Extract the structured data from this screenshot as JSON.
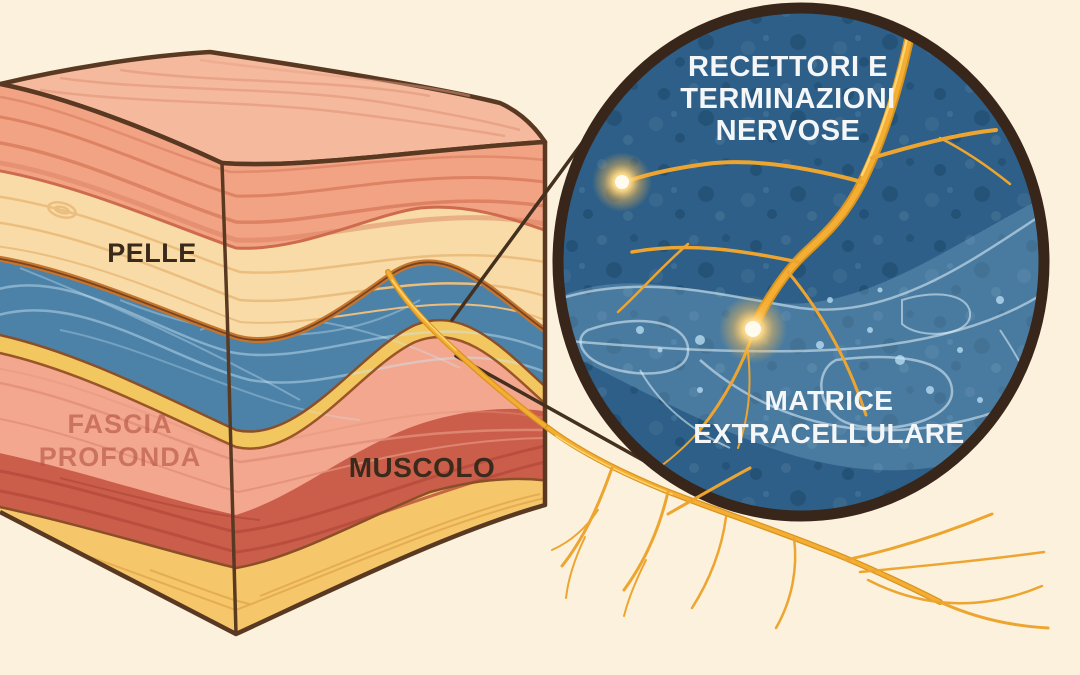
{
  "illustration": {
    "language": "it",
    "subject": "Sezione anatomica dei tessuti con ingrandimento della fascia",
    "block_labels": {
      "pelle": "PELLE",
      "fascia_profonda_line1": "FASCIA",
      "fascia_profonda_line2": "PROFONDA",
      "muscolo": "MUSCOLO"
    },
    "magnifier_labels": {
      "recettori_line1": "RECETTORI E",
      "recettori_line2": "TERMINAZIONI",
      "recettori_line3": "NERVOSE",
      "matrice_line1": "MATRICE",
      "matrice_line2": "EXTRACELLULARE"
    },
    "colors": {
      "background": "#FBF1DC",
      "skin_top_surface": "#F5B99E",
      "dermis": "#F1A384",
      "subcutaneous_tan": "#F8DBA6",
      "superficial_fascia_blue": "#4C82A8",
      "fat_band_yellow": "#F2C75F",
      "deep_fascia_salmon": "#F2A78E",
      "muscle_red": "#CB5E4B",
      "deep_tissue_yellow": "#F6C66A",
      "outline_brown": "#5A3922",
      "callout_line": "#43301F",
      "magnifier_background": "#2D5F88",
      "magnifier_border": "#38261A",
      "matrix_fiber_blue": "#BFDCEC",
      "nerve_gold": "#F3AE33",
      "glow_orange": "#FFD884",
      "label_dark": "#3A2A1B",
      "label_watermark": "#B45141",
      "label_white": "#F4F6F7"
    }
  }
}
